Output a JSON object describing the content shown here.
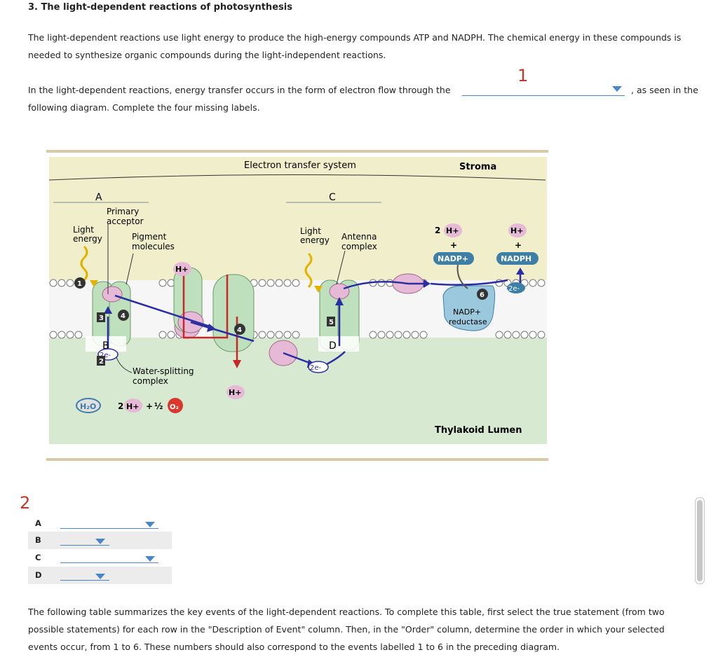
{
  "heading": "3. The light-dependent reactions of photosynthesis",
  "intro": "The light-dependent reactions use light energy to produce the high-energy compounds ATP and NADPH. The chemical energy in these compounds is needed to synthesize organic compounds during the light-independent reactions.",
  "question": {
    "before_dropdown": "In the light-dependent reactions, energy transfer occurs in the form of electron flow through the",
    "after_dropdown": ", as seen in the",
    "line2": "following diagram. Complete the four missing labels.",
    "dropdown_value": ""
  },
  "annotations": {
    "one": "1",
    "two": "2"
  },
  "diagram": {
    "electron_transfer_system": "Electron transfer system",
    "stroma": "Stroma",
    "thylakoid_lumen": "Thylakoid Lumen",
    "label_a": "A",
    "label_b": "B",
    "label_c": "C",
    "label_d": "D",
    "primary_acceptor_1": "Primary",
    "primary_acceptor_2": "acceptor",
    "light_1": "Light",
    "energy_1": "energy",
    "pigment_1": "Pigment",
    "pigment_2": "molecules",
    "light_2": "Light",
    "energy_2": "energy",
    "antenna_1": "Antenna",
    "antenna_2": "complex",
    "water_split_1": "Water-splitting",
    "water_split_2": "complex",
    "h2o": "H₂O",
    "two": "2",
    "h_plus": "H+",
    "plus": "+",
    "half": "½",
    "o2": "O₂",
    "nadp_plus": "NADP+",
    "nadph": "NADPH",
    "nadp_reductase_1": "NADP+",
    "nadp_reductase_2": "reductase",
    "two_e": "2e-",
    "num1": "1",
    "num2": "2",
    "num3": "3",
    "num4": "4",
    "num5": "5",
    "num6": "6"
  },
  "label_rows": [
    {
      "letter": "A",
      "value": ""
    },
    {
      "letter": "B",
      "value": ""
    },
    {
      "letter": "C",
      "value": ""
    },
    {
      "letter": "D",
      "value": ""
    }
  ],
  "footer": "The following table summarizes the key events of the light-dependent reactions. To complete this table, first select the true statement (from two possible statements) for each row in the \"Description of Event\" column. Then, in the \"Order\" column, determine the order in which your selected events occur, from 1 to 6. These numbers should also correspond to the events labelled 1 to 6 in the preceding diagram.",
  "colors": {
    "accent": "#4a86c8",
    "stroma_bg": "#f1efcb",
    "lumen_bg": "#d7ead1",
    "protein": "#bfe0bd",
    "pink": "#e6b9d6",
    "electron_flow": "#2b2ea0",
    "proton_flow": "#c62828",
    "nadp_blue": "#3d7fa6"
  }
}
